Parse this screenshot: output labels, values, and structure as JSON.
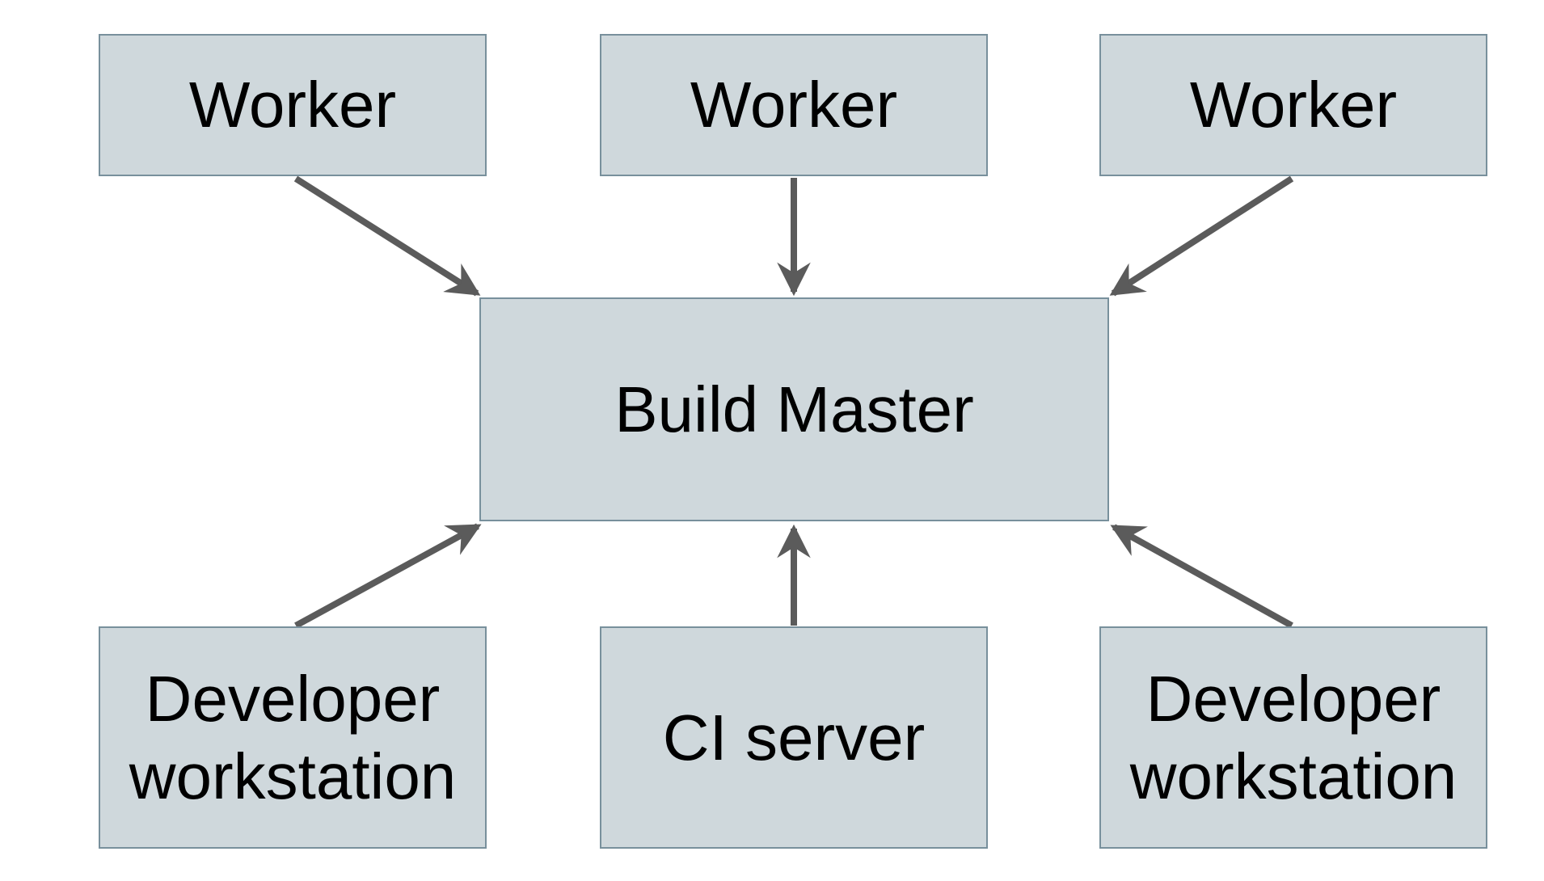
{
  "diagram": {
    "type": "architecture-diagram",
    "nodes": [
      {
        "id": "worker-1",
        "label": "Worker"
      },
      {
        "id": "worker-2",
        "label": "Worker"
      },
      {
        "id": "worker-3",
        "label": "Worker"
      },
      {
        "id": "build-master",
        "label": "Build Master"
      },
      {
        "id": "developer-workstation-left",
        "label": "Developer workstation"
      },
      {
        "id": "ci-server",
        "label": "CI server"
      },
      {
        "id": "developer-workstation-right",
        "label": "Developer workstation"
      }
    ],
    "edges": [
      {
        "from": "worker-1",
        "to": "build-master"
      },
      {
        "from": "worker-2",
        "to": "build-master"
      },
      {
        "from": "worker-3",
        "to": "build-master"
      },
      {
        "from": "developer-workstation-left",
        "to": "build-master"
      },
      {
        "from": "ci-server",
        "to": "build-master"
      },
      {
        "from": "developer-workstation-right",
        "to": "build-master"
      }
    ],
    "colors": {
      "node_fill": "#cfd8dc",
      "node_border": "#78909c",
      "arrow": "#5b5b5b",
      "text": "#000000",
      "background": "#ffffff"
    }
  }
}
